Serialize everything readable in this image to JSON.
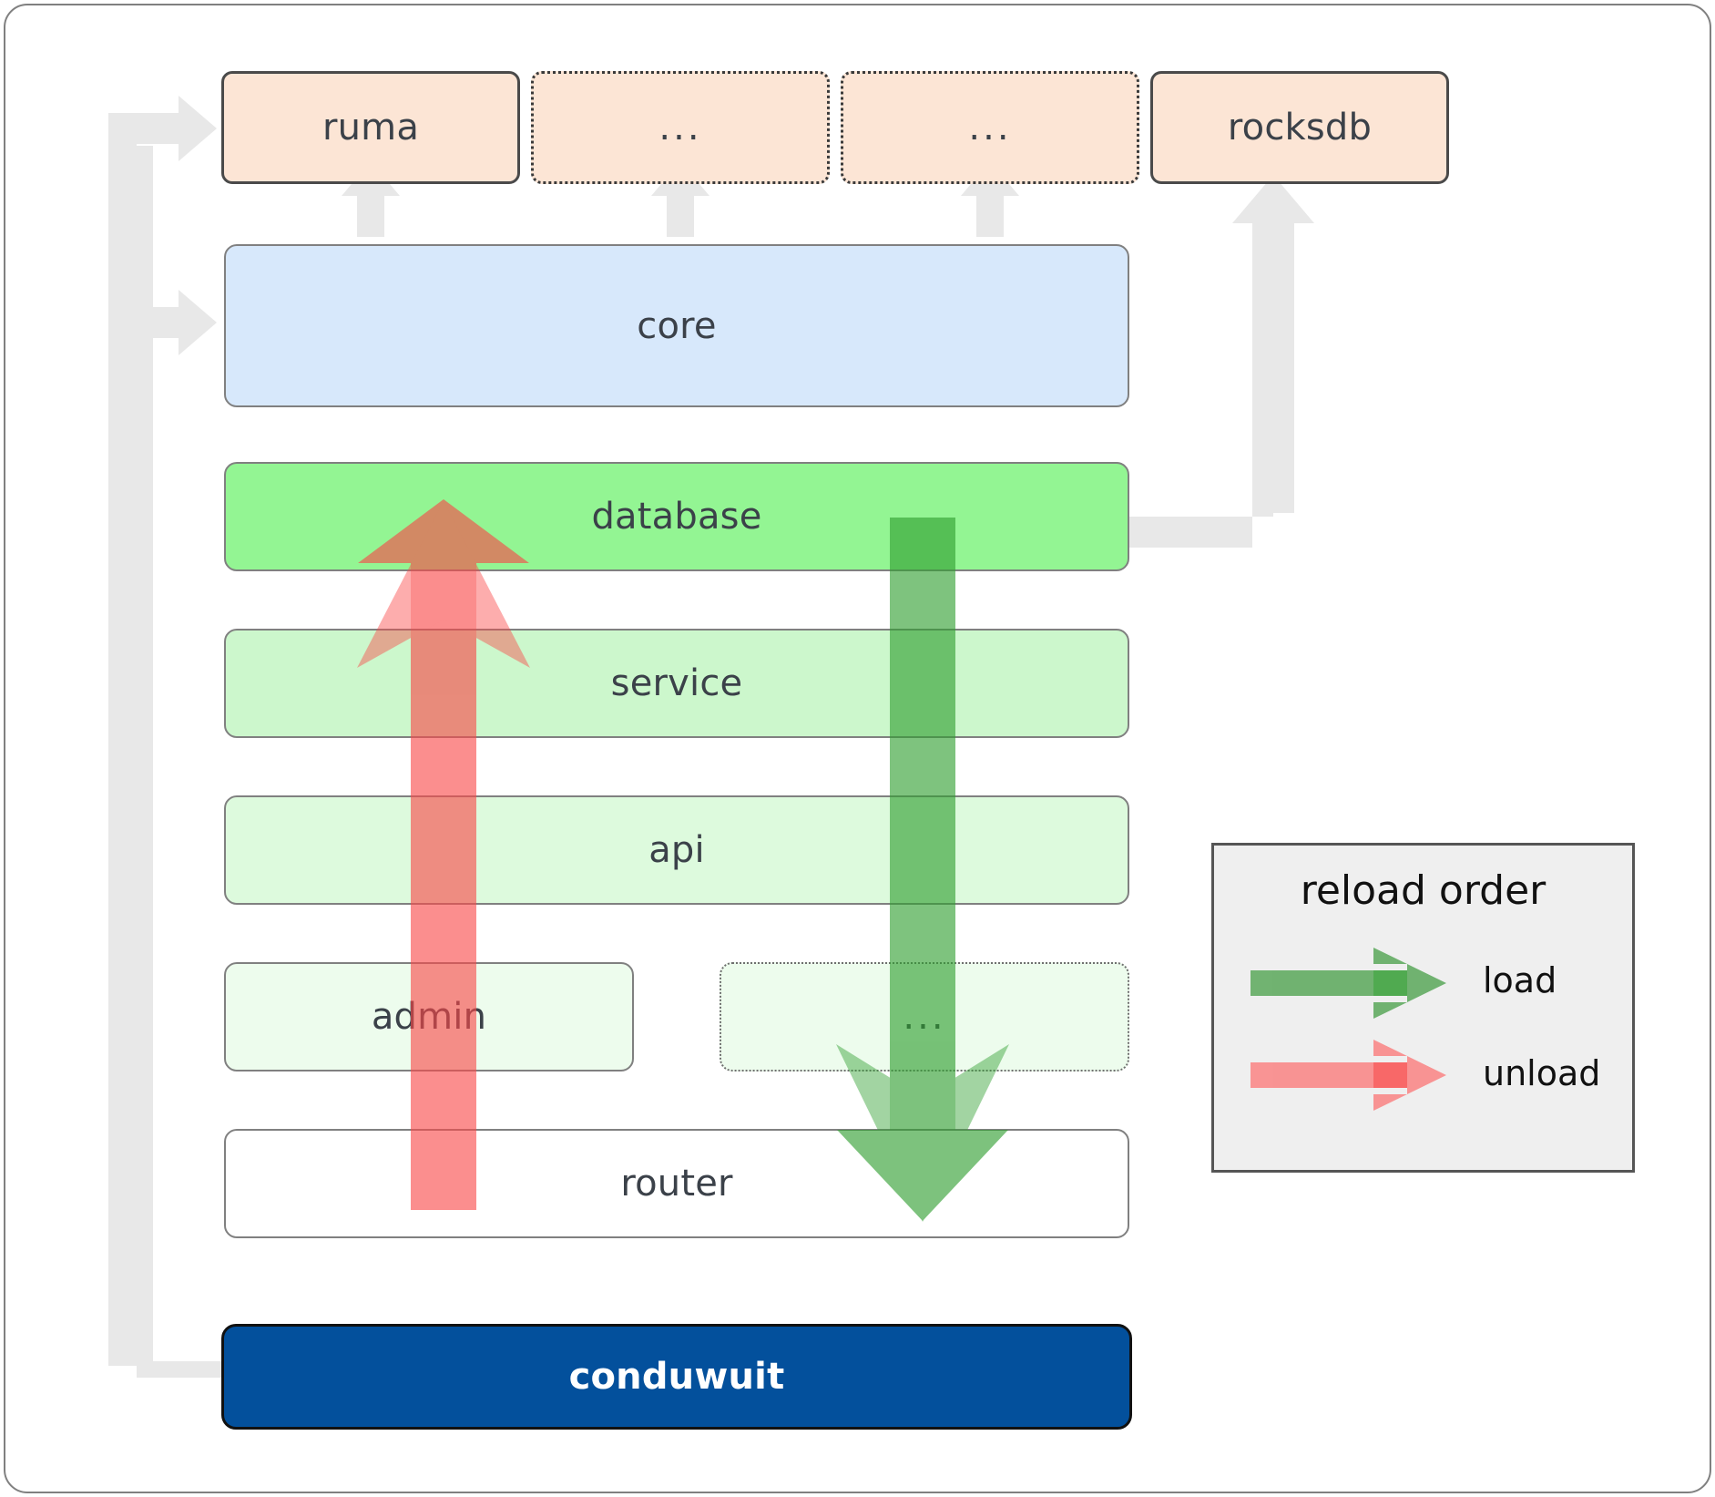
{
  "diagram": {
    "title": "conduwuit crate layering / reload order",
    "dependency_layers": {
      "external_packages": [
        {
          "name": "ruma",
          "label": "ruma",
          "style": "solid"
        },
        {
          "name": "ellipsis-1",
          "label": "...",
          "style": "dotted"
        },
        {
          "name": "ellipsis-2",
          "label": "...",
          "style": "dotted"
        },
        {
          "name": "rocksdb",
          "label": "rocksdb",
          "style": "solid"
        }
      ],
      "core": {
        "label": "core"
      },
      "crates": [
        {
          "label": "database",
          "style": "solid"
        },
        {
          "label": "service",
          "style": "solid"
        },
        {
          "label": "api",
          "style": "solid"
        },
        {
          "label": "admin",
          "style": "solid"
        },
        {
          "label": "...",
          "style": "dotted"
        },
        {
          "label": "router",
          "style": "solid"
        }
      ],
      "root": {
        "label": "conduwuit"
      }
    }
  },
  "legend": {
    "title": "reload order",
    "entries": [
      {
        "label": "load",
        "color": "#5aa85a"
      },
      {
        "label": "unload",
        "color": "#fa8484"
      }
    ]
  },
  "colors": {
    "package_fill": "#fce5d5",
    "core_fill": "#d7e8fb",
    "database_fill": "#93f593",
    "service_fill": "#ccf7cc",
    "api_fill": "#ddfadd",
    "admin_fill": "#edfced",
    "router_fill": "#ffffff",
    "root_fill": "#03509c",
    "connector_gray": "#e8e8e8",
    "load_green": "#5aa85a",
    "unload_red": "#fa8484",
    "legend_bg": "#efefef"
  }
}
